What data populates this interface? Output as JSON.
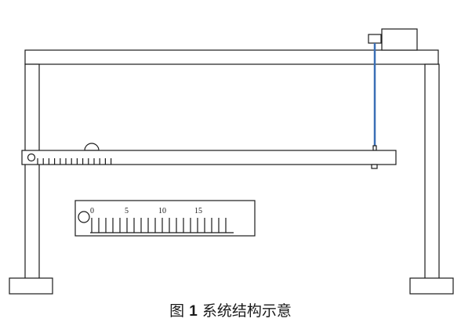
{
  "diagram": {
    "caption": {
      "figure_label": "图",
      "figure_number": "1",
      "title": "系统结构示意"
    },
    "scale": {
      "labels": [
        "0",
        "5",
        "10",
        "15"
      ]
    },
    "colors": {
      "line": "#1a1a1a",
      "string": "#3a6fb5",
      "background": "#ffffff"
    }
  }
}
